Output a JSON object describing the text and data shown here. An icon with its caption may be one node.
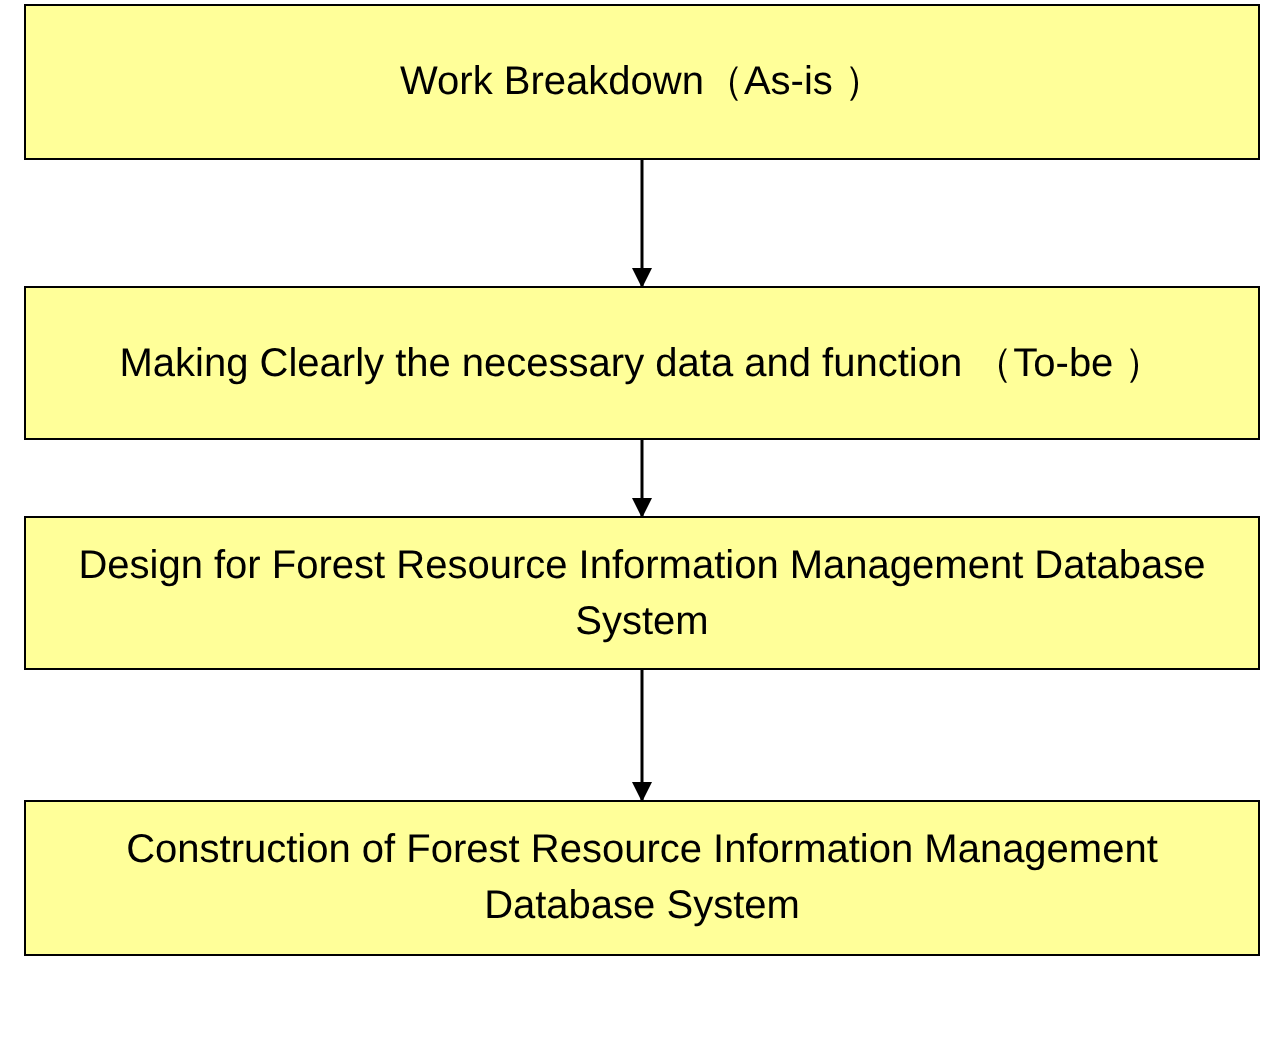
{
  "diagram": {
    "nodes": [
      {
        "text": [
          "Work Breakdown（As-is ）"
        ]
      },
      {
        "text": [
          "Making Clearly the necessary data and function （To-be ）"
        ]
      },
      {
        "text": [
          "Design for Forest Resource Information Management Database System"
        ]
      },
      {
        "text": [
          "Construction of Forest Resource Information Management Database System"
        ]
      }
    ],
    "edges": [
      {
        "from": 0,
        "to": 1,
        "arrow": "to"
      },
      {
        "from": 1,
        "to": 2,
        "arrow": "to"
      },
      {
        "from": 2,
        "to": 3,
        "arrow": "to"
      }
    ]
  }
}
